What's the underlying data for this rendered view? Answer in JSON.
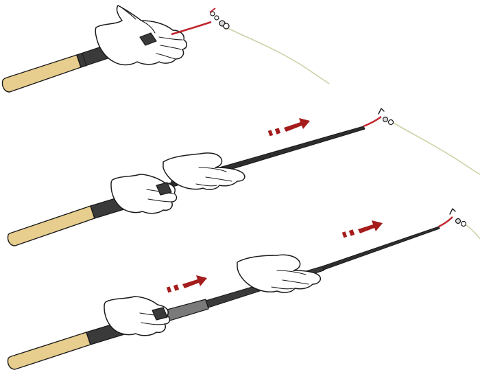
{
  "colors": {
    "background": "#ffffff",
    "outline": "#1a1a1a",
    "cork_handle": "#e7cd8e",
    "rod_blank": "#3a3a3a",
    "rod_section": "#7a7a7a",
    "tip_lilian": "#c0262c",
    "fishing_line": "#c9d3a6",
    "arrow": "#a51c1c",
    "glove": "#ffffff"
  },
  "panels": [
    {
      "step": 1,
      "rod_state": "collapsed",
      "arrow_count": 0
    },
    {
      "step": 2,
      "rod_state": "first-section-extended",
      "arrow_count": 1
    },
    {
      "step": 3,
      "rod_state": "second-section-extending",
      "arrow_count": 2
    }
  ],
  "icons": [
    "gloved-hand-icon",
    "cork-handle-icon",
    "rod-tip-icon",
    "extend-arrow-icon"
  ]
}
